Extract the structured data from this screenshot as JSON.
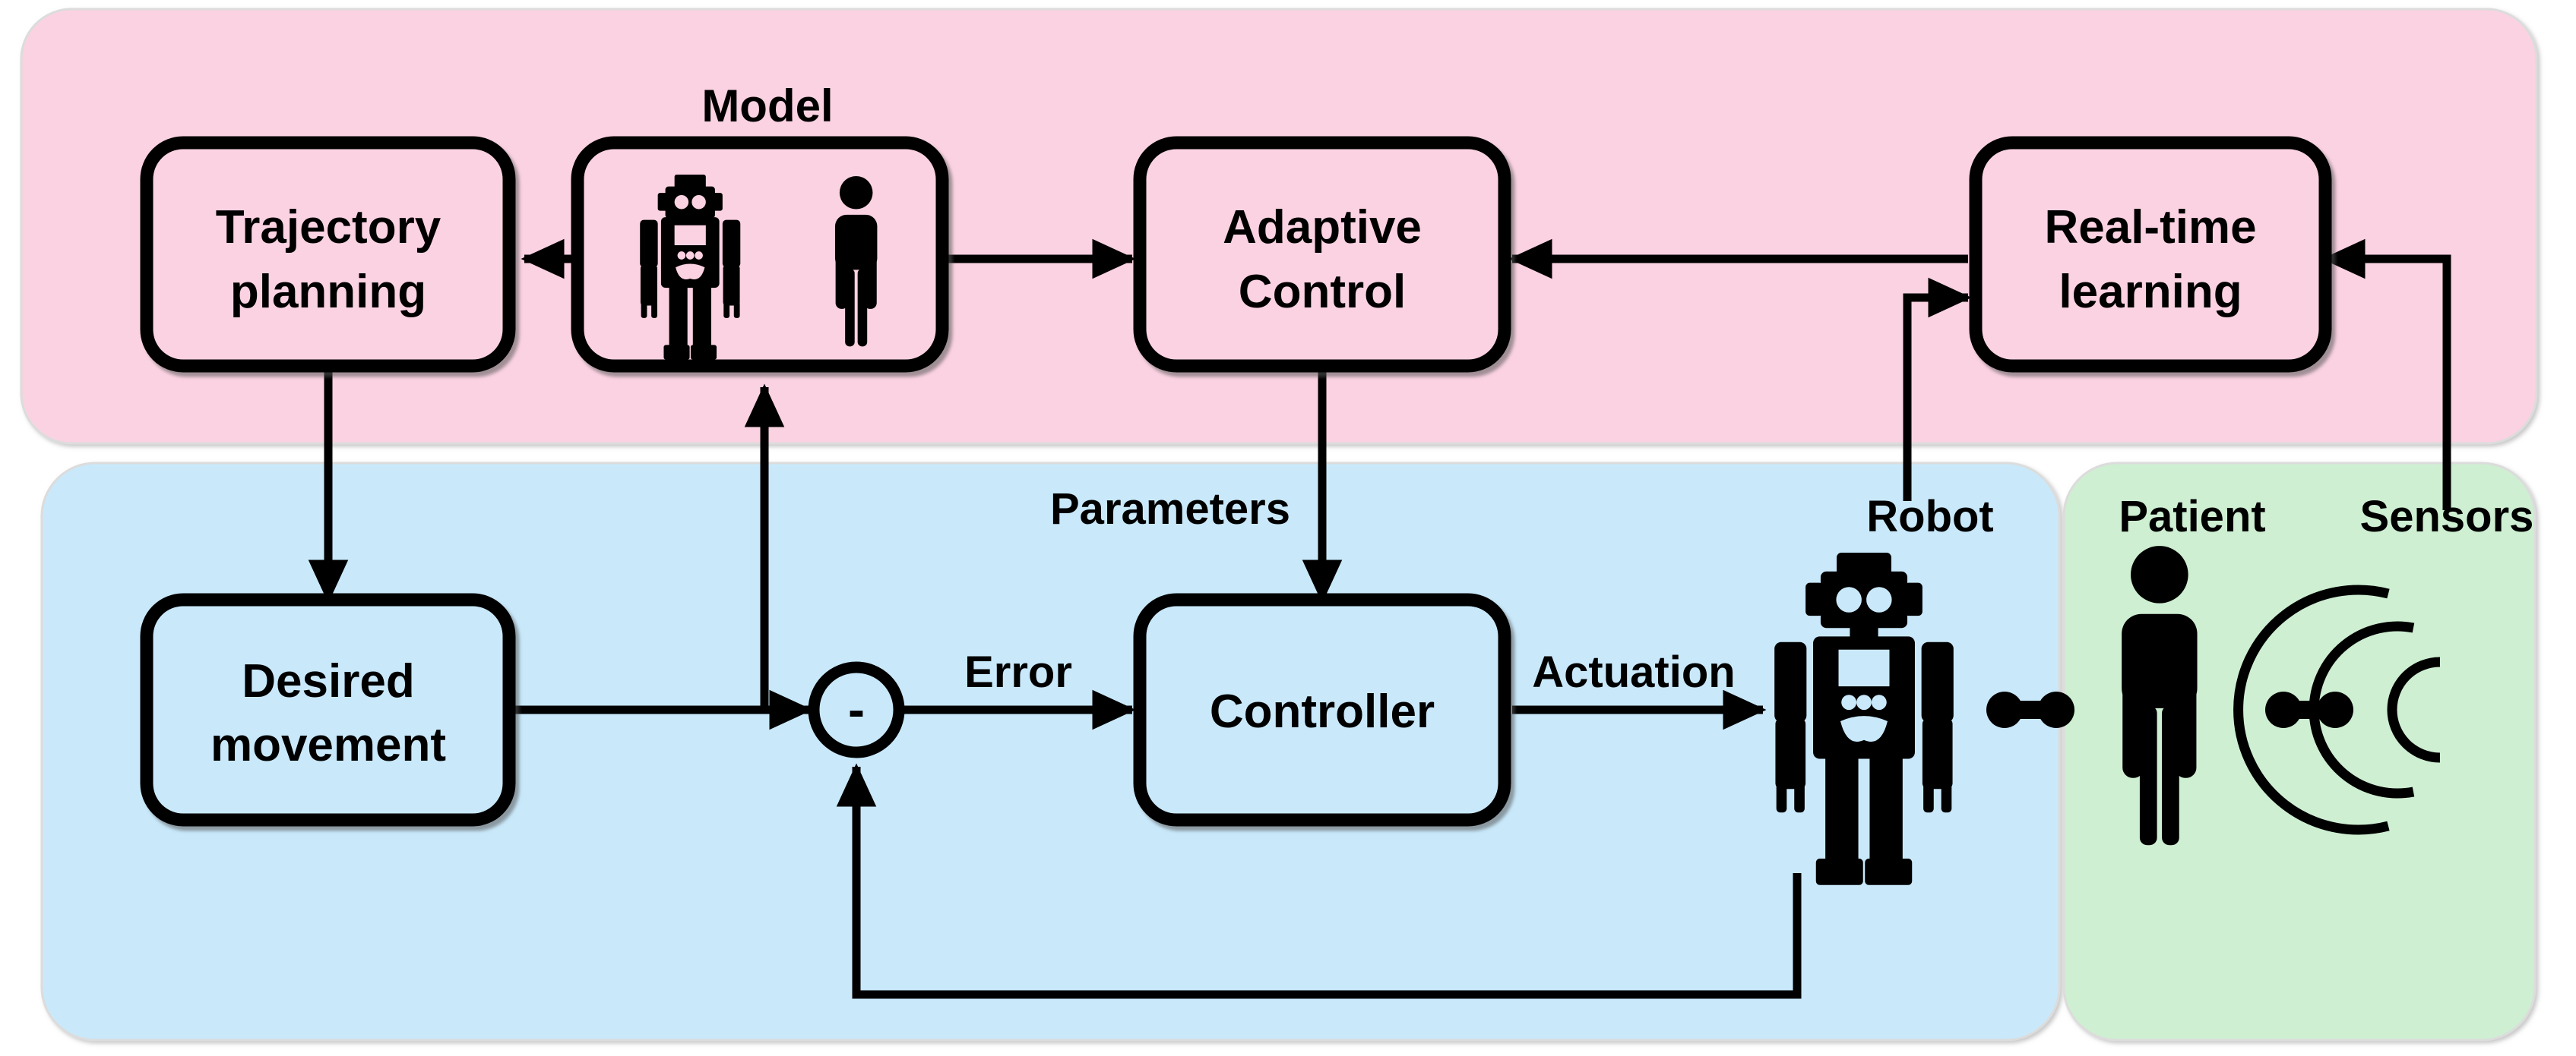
{
  "diagram": {
    "title": "Adaptive robotic rehabilitation control block diagram",
    "type": "block-diagram"
  },
  "colors": {
    "pink_panel": "#FBD2E2",
    "blue_panel": "#C9E9FB",
    "green_panel": "#CEEFD2",
    "panel_border": "#D4D4D4",
    "stroke": "#000000",
    "background": "#FFFFFF"
  },
  "panels": [
    {
      "id": "pink",
      "name": "high-level-layer",
      "fill": "#FBD2E2"
    },
    {
      "id": "blue",
      "name": "low-level-layer",
      "fill": "#C9E9FB"
    },
    {
      "id": "green",
      "name": "patient-layer",
      "fill": "#CEEFD2"
    }
  ],
  "boxes": [
    {
      "id": "trajectory_planning",
      "lines": [
        "Trajectory",
        "planning"
      ]
    },
    {
      "id": "model",
      "lines": []
    },
    {
      "id": "adaptive_control",
      "lines": [
        "Adaptive",
        "Control"
      ]
    },
    {
      "id": "real_time_learning",
      "lines": [
        "Real-time",
        "learning"
      ]
    },
    {
      "id": "desired_movement",
      "lines": [
        "Desired",
        "movement"
      ]
    },
    {
      "id": "controller",
      "lines": [
        "Controller"
      ]
    }
  ],
  "labels": {
    "model": "Model",
    "parameters": "Parameters",
    "error": "Error",
    "actuation": "Actuation",
    "robot": "Robot",
    "patient": "Patient",
    "sensors": "Sensors",
    "summing_sign": "-"
  },
  "box_text": {
    "trajectory_line1": "Trajectory",
    "trajectory_line2": "planning",
    "adaptive_line1": "Adaptive",
    "adaptive_line2": "Control",
    "learning_line1": "Real-time",
    "learning_line2": "learning",
    "desired_line1": "Desired",
    "desired_line2": "movement",
    "controller_line1": "Controller"
  },
  "icons": [
    {
      "name": "robot-icon-small",
      "where": "model-box-left"
    },
    {
      "name": "person-icon-small",
      "where": "model-box-right"
    },
    {
      "name": "robot-icon-large",
      "where": "blue-panel"
    },
    {
      "name": "person-icon-large",
      "where": "green-panel"
    },
    {
      "name": "sensor-waves-icon",
      "where": "green-panel"
    },
    {
      "name": "link-connector-icon",
      "where": "robot-to-patient"
    },
    {
      "name": "link-connector-icon",
      "where": "patient-to-sensors"
    }
  ],
  "connections": [
    {
      "name": "model-to-trajectory",
      "from": "model",
      "to": "trajectory_planning",
      "direction": "left"
    },
    {
      "name": "model-to-adaptive-control",
      "from": "model",
      "to": "adaptive_control",
      "direction": "right"
    },
    {
      "name": "learning-to-adaptive-control",
      "from": "real_time_learning",
      "to": "adaptive_control",
      "direction": "left"
    },
    {
      "name": "trajectory-to-desired",
      "from": "trajectory_planning",
      "to": "desired_movement",
      "direction": "down"
    },
    {
      "name": "adaptive-to-controller",
      "from": "adaptive_control",
      "to": "controller",
      "direction": "down",
      "label": "Parameters"
    },
    {
      "name": "desired-to-sum",
      "from": "desired_movement",
      "to": "summing_junction",
      "direction": "right"
    },
    {
      "name": "sum-to-controller",
      "from": "summing_junction",
      "to": "controller",
      "direction": "right",
      "label": "Error"
    },
    {
      "name": "controller-to-robot",
      "from": "controller",
      "to": "robot",
      "direction": "right",
      "label": "Actuation"
    },
    {
      "name": "robot-feedback-to-sum",
      "from": "robot",
      "to": "summing_junction",
      "direction": "loop-bottom"
    },
    {
      "name": "robot-to-learning",
      "from": "robot",
      "to": "real_time_learning",
      "direction": "up"
    },
    {
      "name": "sensors-to-learning",
      "from": "sensors",
      "to": "real_time_learning",
      "direction": "up"
    },
    {
      "name": "sum-to-model",
      "from": "summing_junction",
      "to": "model",
      "direction": "up"
    }
  ]
}
